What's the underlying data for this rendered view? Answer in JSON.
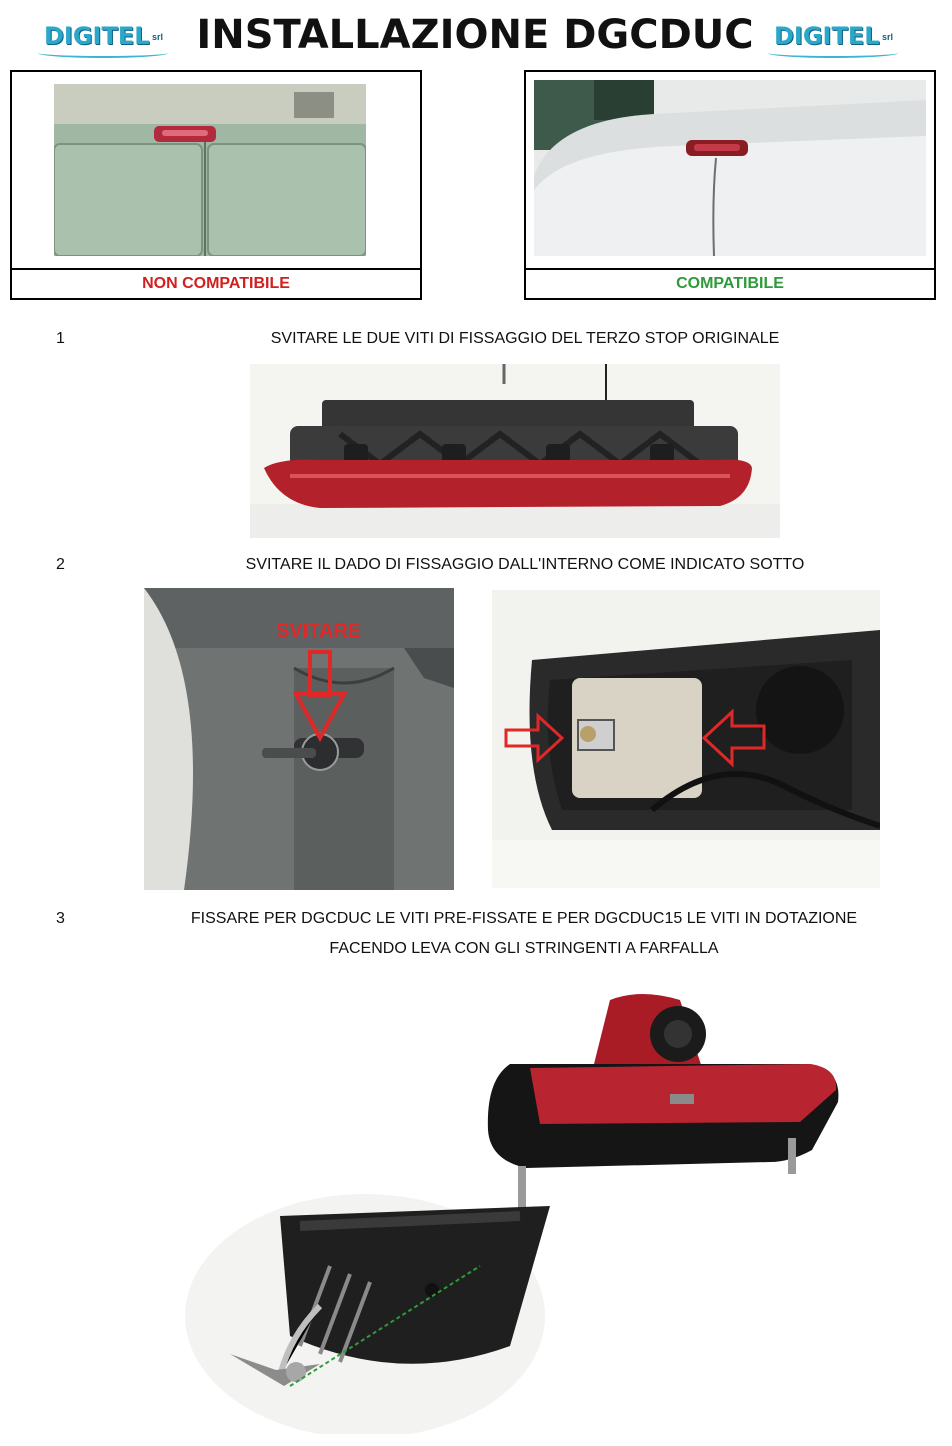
{
  "header": {
    "title": "INSTALLAZIONE DGCDUC",
    "logo_text": "DIGITEL",
    "logo_sub": "srl"
  },
  "compat": {
    "left_label": "NON COMPATIBILE",
    "right_label": "COMPATIBILE",
    "left_color": "#d02020",
    "right_color": "#2e9a3a"
  },
  "steps": [
    {
      "num": "1",
      "text": "SVITARE LE DUE VITI DI FISSAGGIO DEL TERZO STOP ORIGINALE"
    },
    {
      "num": "2",
      "text": "SVITARE IL DADO DI FISSAGGIO DALL'INTERNO COME INDICATO SOTTO"
    },
    {
      "num": "3",
      "line1": "FISSARE PER DGCDUC LE VITI PRE-FISSATE E PER DGCDUC15 LE VITI IN DOTAZIONE",
      "line2": "FACENDO LEVA CON GLI STRINGENTI A FARFALLA"
    }
  ],
  "photo2_label": "SVITARE",
  "icons": [
    "van-rear-photo",
    "brake-light-photo",
    "arrow-icon",
    "camera-light-photo"
  ]
}
